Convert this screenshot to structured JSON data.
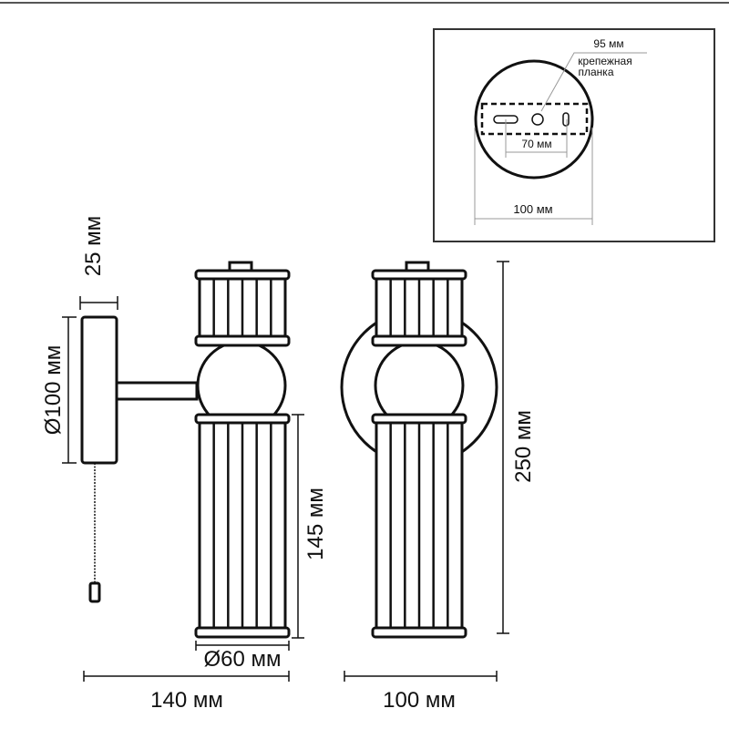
{
  "inset": {
    "mounting_plate_label_1": "крепежная",
    "mounting_plate_label_2": "планка",
    "plate_length": "95 мм",
    "hole_spacing": "70 мм",
    "base_diameter": "100 мм"
  },
  "side_view": {
    "base_depth": "25 мм",
    "base_diameter": "Ø100 мм",
    "shade_length": "145 мм",
    "shade_diameter": "Ø60 мм",
    "projection": "140 мм"
  },
  "front_view": {
    "height": "250 мм",
    "width": "100 мм"
  }
}
